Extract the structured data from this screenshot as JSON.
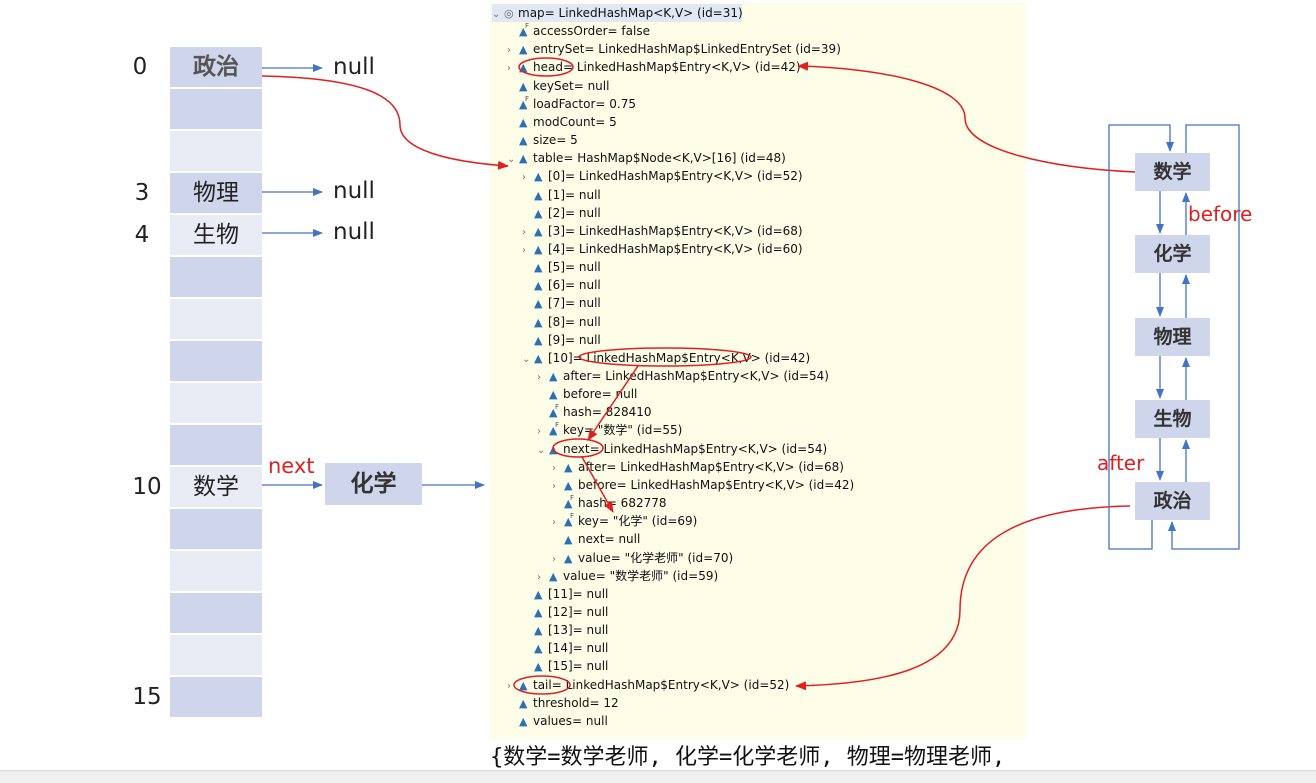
{
  "table": {
    "index_labels": {
      "i0": "0",
      "i3": "3",
      "i4": "4",
      "i10": "10",
      "i15": "15"
    },
    "cells": {
      "c0": "政治",
      "c3": "物理",
      "c4": "生物",
      "c10": "数学"
    },
    "nulls": {
      "n0": "null",
      "n3": "null",
      "n4": "null"
    },
    "next_label": "next",
    "next_node": "化学"
  },
  "linked": {
    "nodes": [
      "数学",
      "化学",
      "物理",
      "生物",
      "政治"
    ],
    "before_label": "before",
    "after_label": "after"
  },
  "debugger": {
    "rows": [
      {
        "text": "map= LinkedHashMap<K,V>  (id=31)",
        "level": 0,
        "expand": "open",
        "icon": "root",
        "sel": true
      },
      {
        "text": "accessOrder= false",
        "level": 1,
        "expand": "",
        "icon": "final"
      },
      {
        "text": "entrySet= LinkedHashMap$LinkedEntrySet  (id=39)",
        "level": 1,
        "expand": "closed",
        "icon": "field"
      },
      {
        "text": "head= LinkedHashMap$Entry<K,V>  (id=42)",
        "level": 1,
        "expand": "closed",
        "icon": "field"
      },
      {
        "text": "keySet= null",
        "level": 1,
        "expand": "",
        "icon": "field"
      },
      {
        "text": "loadFactor= 0.75",
        "level": 1,
        "expand": "",
        "icon": "final"
      },
      {
        "text": "modCount= 5",
        "level": 1,
        "expand": "",
        "icon": "field"
      },
      {
        "text": "size= 5",
        "level": 1,
        "expand": "",
        "icon": "field"
      },
      {
        "text": "table= HashMap$Node<K,V>[16]  (id=48)",
        "level": 1,
        "expand": "open",
        "icon": "field"
      },
      {
        "text": "[0]= LinkedHashMap$Entry<K,V>  (id=52)",
        "level": 2,
        "expand": "closed",
        "icon": "field"
      },
      {
        "text": "[1]= null",
        "level": 2,
        "expand": "",
        "icon": "field"
      },
      {
        "text": "[2]= null",
        "level": 2,
        "expand": "",
        "icon": "field"
      },
      {
        "text": "[3]= LinkedHashMap$Entry<K,V>  (id=68)",
        "level": 2,
        "expand": "closed",
        "icon": "field"
      },
      {
        "text": "[4]= LinkedHashMap$Entry<K,V>  (id=60)",
        "level": 2,
        "expand": "closed",
        "icon": "field"
      },
      {
        "text": "[5]= null",
        "level": 2,
        "expand": "",
        "icon": "field"
      },
      {
        "text": "[6]= null",
        "level": 2,
        "expand": "",
        "icon": "field"
      },
      {
        "text": "[7]= null",
        "level": 2,
        "expand": "",
        "icon": "field"
      },
      {
        "text": "[8]= null",
        "level": 2,
        "expand": "",
        "icon": "field"
      },
      {
        "text": "[9]= null",
        "level": 2,
        "expand": "",
        "icon": "field"
      },
      {
        "text": "[10]= LinkedHashMap$Entry<K,V>  (id=42)",
        "level": 2,
        "expand": "open",
        "icon": "field"
      },
      {
        "text": "after= LinkedHashMap$Entry<K,V>  (id=54)",
        "level": 3,
        "expand": "closed",
        "icon": "field"
      },
      {
        "text": "before= null",
        "level": 3,
        "expand": "",
        "icon": "field"
      },
      {
        "text": "hash= 828410",
        "level": 3,
        "expand": "",
        "icon": "final"
      },
      {
        "text": "key= \"数学\" (id=55)",
        "level": 3,
        "expand": "closed",
        "icon": "final"
      },
      {
        "text": "next= LinkedHashMap$Entry<K,V>  (id=54)",
        "level": 3,
        "expand": "open",
        "icon": "field"
      },
      {
        "text": "after= LinkedHashMap$Entry<K,V>  (id=68)",
        "level": 4,
        "expand": "closed",
        "icon": "field"
      },
      {
        "text": "before= LinkedHashMap$Entry<K,V>  (id=42)",
        "level": 4,
        "expand": "closed",
        "icon": "field"
      },
      {
        "text": "hash= 682778",
        "level": 4,
        "expand": "",
        "icon": "final"
      },
      {
        "text": "key= \"化学\" (id=69)",
        "level": 4,
        "expand": "closed",
        "icon": "final"
      },
      {
        "text": "next= null",
        "level": 4,
        "expand": "",
        "icon": "field"
      },
      {
        "text": "value= \"化学老师\" (id=70)",
        "level": 4,
        "expand": "closed",
        "icon": "field"
      },
      {
        "text": "value= \"数学老师\" (id=59)",
        "level": 3,
        "expand": "closed",
        "icon": "field"
      },
      {
        "text": "[11]= null",
        "level": 2,
        "expand": "",
        "icon": "field"
      },
      {
        "text": "[12]= null",
        "level": 2,
        "expand": "",
        "icon": "field"
      },
      {
        "text": "[13]= null",
        "level": 2,
        "expand": "",
        "icon": "field"
      },
      {
        "text": "[14]= null",
        "level": 2,
        "expand": "",
        "icon": "field"
      },
      {
        "text": "[15]= null",
        "level": 2,
        "expand": "",
        "icon": "field"
      },
      {
        "text": "tail= LinkedHashMap$Entry<K,V>  (id=52)",
        "level": 1,
        "expand": "closed",
        "icon": "field"
      },
      {
        "text": "threshold= 12",
        "level": 1,
        "expand": "",
        "icon": "field"
      },
      {
        "text": "values= null",
        "level": 1,
        "expand": "",
        "icon": "field"
      }
    ],
    "detail_text": "{数学=数学老师, 化学=化学老师, 物理=物理老师,"
  },
  "colors": {
    "accent_red": "#e02020",
    "arrow_blue": "#4472c4",
    "cell_dark": "#cfd5ea",
    "cell_light": "#e9ebf5",
    "panel_bg": "#fefee8"
  }
}
